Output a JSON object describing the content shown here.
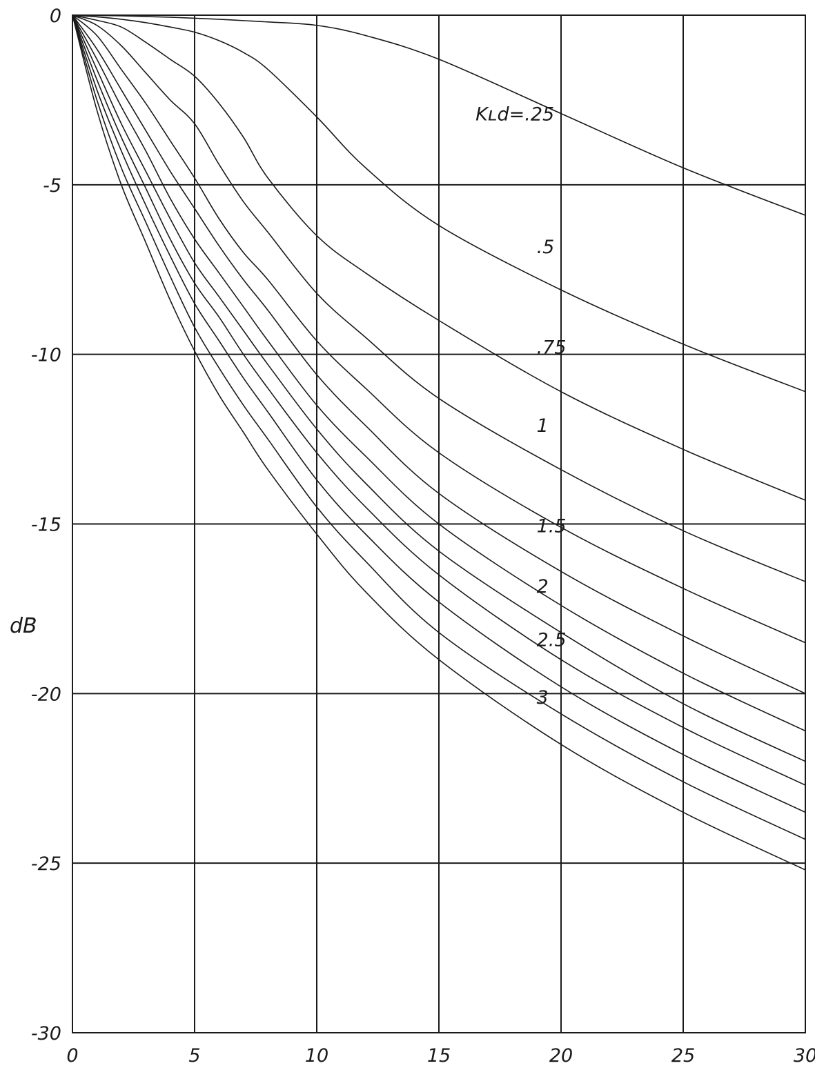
{
  "chart_data": {
    "type": "line",
    "title": "",
    "xlabel": "",
    "ylabel": "dB",
    "xlim": [
      0,
      30
    ],
    "ylim": [
      -30,
      0
    ],
    "x_ticks": [
      0,
      5,
      10,
      15,
      20,
      25,
      30
    ],
    "y_ticks": [
      0,
      -5,
      -10,
      -15,
      -20,
      -25,
      -30
    ],
    "x_tick_labels": [
      "0",
      "5",
      "10",
      "15",
      "20",
      "25",
      "30"
    ],
    "y_tick_labels": [
      "0",
      "-5",
      "-10",
      "-15",
      "-20",
      "-25",
      "-30"
    ],
    "grid": true,
    "x": [
      0,
      1,
      2,
      3,
      4,
      5,
      6,
      7,
      8,
      10,
      12,
      15,
      20,
      25,
      30
    ],
    "series": [
      {
        "name": "k_L d=.25",
        "values": [
          0,
          -0.01,
          -0.02,
          -0.04,
          -0.06,
          -0.09,
          -0.12,
          -0.16,
          -0.2,
          -0.3,
          -0.6,
          -1.3,
          -2.9,
          -4.5,
          -5.9
        ]
      },
      {
        "name": ".5",
        "values": [
          0,
          -0.05,
          -0.12,
          -0.22,
          -0.35,
          -0.5,
          -0.75,
          -1.1,
          -1.6,
          -3.0,
          -4.5,
          -6.2,
          -8.1,
          -9.7,
          -11.1
        ]
      },
      {
        "name": ".75",
        "values": [
          0,
          -0.15,
          -0.35,
          -0.8,
          -1.3,
          -1.8,
          -2.6,
          -3.6,
          -4.8,
          -6.5,
          -7.6,
          -9.0,
          -11.1,
          -12.8,
          -14.3
        ]
      },
      {
        "name": "1",
        "values": [
          0,
          -0.3,
          -0.9,
          -1.7,
          -2.5,
          -3.2,
          -4.4,
          -5.5,
          -6.4,
          -8.2,
          -9.5,
          -11.3,
          -13.4,
          -15.2,
          -16.7
        ]
      },
      {
        "name": "",
        "values": [
          0,
          -0.6,
          -1.6,
          -2.6,
          -3.7,
          -4.8,
          -6.0,
          -7.0,
          -7.8,
          -9.6,
          -11.0,
          -12.9,
          -15.1,
          -16.9,
          -18.5
        ]
      },
      {
        "name": "1.5",
        "values": [
          0,
          -1.0,
          -2.2,
          -3.4,
          -4.6,
          -5.7,
          -6.8,
          -7.8,
          -8.7,
          -10.6,
          -12.1,
          -14.1,
          -16.4,
          -18.3,
          -20.0
        ]
      },
      {
        "name": "",
        "values": [
          0,
          -1.3,
          -2.7,
          -4.0,
          -5.4,
          -6.6,
          -7.6,
          -8.6,
          -9.6,
          -11.5,
          -13.0,
          -15.0,
          -17.4,
          -19.4,
          -21.1
        ]
      },
      {
        "name": "2",
        "values": [
          0,
          -1.6,
          -3.2,
          -4.6,
          -6.0,
          -7.3,
          -8.3,
          -9.3,
          -10.3,
          -12.2,
          -13.8,
          -15.8,
          -18.2,
          -20.3,
          -22.0
        ]
      },
      {
        "name": "",
        "values": [
          0,
          -1.9,
          -3.6,
          -5.1,
          -6.6,
          -7.9,
          -8.9,
          -10.0,
          -11.0,
          -12.9,
          -14.5,
          -16.5,
          -19.0,
          -21.0,
          -22.7
        ]
      },
      {
        "name": "2.5",
        "values": [
          0,
          -2.2,
          -4.0,
          -5.6,
          -7.1,
          -8.5,
          -9.6,
          -10.7,
          -11.7,
          -13.7,
          -15.3,
          -17.3,
          -19.8,
          -21.8,
          -23.5
        ]
      },
      {
        "name": "",
        "values": [
          0,
          -2.5,
          -4.5,
          -6.1,
          -7.7,
          -9.2,
          -10.4,
          -11.5,
          -12.5,
          -14.5,
          -16.1,
          -18.2,
          -20.6,
          -22.6,
          -24.3
        ]
      },
      {
        "name": "3",
        "values": [
          0,
          -2.8,
          -5.0,
          -6.7,
          -8.4,
          -9.9,
          -11.2,
          -12.3,
          -13.4,
          -15.3,
          -17.0,
          -19.0,
          -21.5,
          -23.5,
          -25.2
        ]
      }
    ],
    "series_labels": [
      {
        "text": "Kʟd=.25",
        "series": 0
      },
      {
        "text": ".5",
        "series": 1
      },
      {
        "text": ".75",
        "series": 2
      },
      {
        "text": "1",
        "series": 3
      },
      {
        "text": "1.5",
        "series": 5
      },
      {
        "text": "2",
        "series": 7
      },
      {
        "text": "2.5",
        "series": 9
      },
      {
        "text": "3",
        "series": 11
      }
    ]
  }
}
